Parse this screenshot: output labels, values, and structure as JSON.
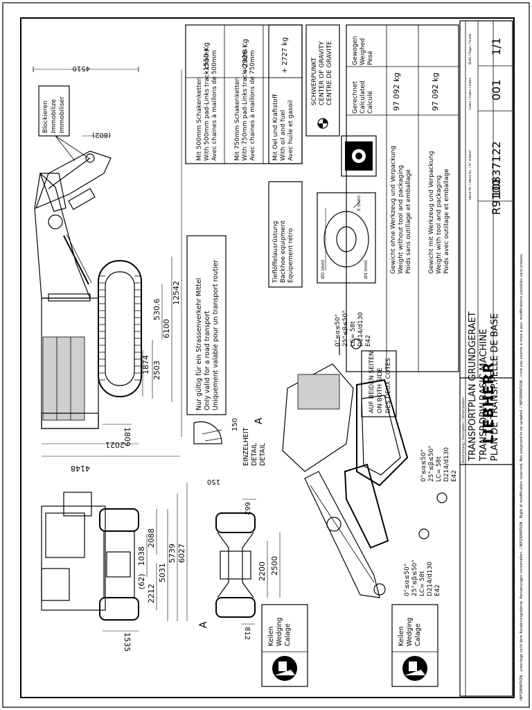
{
  "notes": {
    "road_transport": [
      "Nur gültig für ein Strassenverkehr Mittel",
      "Only valid for a road transport",
      "Uniquement valable pour un transport routier"
    ],
    "blockieren": [
      "Blockieren",
      "Immobilize",
      "Immobiliser"
    ],
    "tieflöffel": [
      "Tieflöffelausrüstung",
      "Backhoe equipment",
      "Equipement rétro"
    ],
    "keilen": [
      "Keilen",
      "Wedging",
      "Calage"
    ],
    "both_sides": [
      "AUF BEIDEN SEITEN",
      "ON BOTH SIDE",
      "DES DEUX COTES"
    ],
    "detail": [
      "EINZELHEIT",
      "DETAIL",
      "DETAIL"
    ],
    "detail_letter": "A",
    "cog": [
      "SCHWERPUNKT",
      "CENTER OF GRAVITY",
      "CENTRE DE GRAVITE"
    ]
  },
  "lashing": [
    "0°≤α≤50°",
    "25°≤β≤50°",
    "LC= 58t",
    "D214/d130",
    "E42"
  ],
  "chain_table": [
    {
      "lines": [
        "Mit 500mm Schakenketten",
        "With 500mm pad-Links track chains",
        "Avec chaines à maillons de 500mm"
      ],
      "value": "-1550 Kg"
    },
    {
      "lines": [
        "Mit 750mm Schakenketten",
        "With 750mm pad-Links track chains",
        "Avec chaines à maillons de 750mm"
      ],
      "value": "+2326 Kg"
    },
    {
      "lines": [
        "Mit Oel und Kraftstoff",
        "With oil and fuel",
        "Avec huile et gasoil"
      ],
      "value": "+ 2727 kg"
    }
  ],
  "weight_table": {
    "header": [
      "Gerechnet",
      "Calculated",
      "Calculé"
    ],
    "header2": [
      "Gewogen",
      "Weighed",
      "Pesé"
    ],
    "rows": [
      {
        "lines": [
          "Gewicht ohne Werkzeug und Verpackung",
          "Weight without tool and packaging",
          "Poids sans outillage et emballage"
        ],
        "value": "97 092 kg"
      },
      {
        "lines": [
          "Gewicht mit Werkzeug und Verpackung",
          "Weight with tool and packaging",
          "Poids avec outillage et emballage"
        ],
        "value": "97 092 kg"
      }
    ]
  },
  "title_block": {
    "desc_label": "Bezeichnung / Description / Dénomination",
    "title_lines": [
      "TRANSPORTPLAN GRUNDGERAET",
      "TRANSP.DRW.BASIC MACHINE",
      "PLAN DE TRANSP.PELLE DE BASE"
    ],
    "model": "R9100",
    "ident_label": "Ident-Nr. / Ident No. / N° d'ident",
    "ident": "10837122",
    "index_label": "Index / Index / Index",
    "index": "001",
    "sheet_label": "Blatt / Page / Feuille",
    "sheet": "1/1",
    "brand": "LIEBHERR"
  },
  "dimensions": {
    "side": [
      "4510",
      "(802)",
      "12542",
      "6100",
      "530.6",
      "2503",
      "1874",
      "1809",
      "2021",
      "4148"
    ],
    "front": [
      "6027",
      "5739",
      "5031",
      "2088",
      "1038",
      "(62)",
      "2212",
      "1535"
    ],
    "track": [
      "2500",
      "2200",
      "662",
      "812"
    ],
    "detail": [
      "150",
      "150"
    ],
    "ring": [
      "ØD (mm)",
      "Ød (mm)",
      "E (mm)"
    ]
  },
  "footer": "INFORMATION : unterliegt nicht dem Aenderungsdienst. Aenderungen vorbehalten. / INFORMATION : Right of modification reserved. Not subjected to be updated. / INFORMATION : n'est pas soumis à mise à jour. modifications possibles sans préavis."
}
